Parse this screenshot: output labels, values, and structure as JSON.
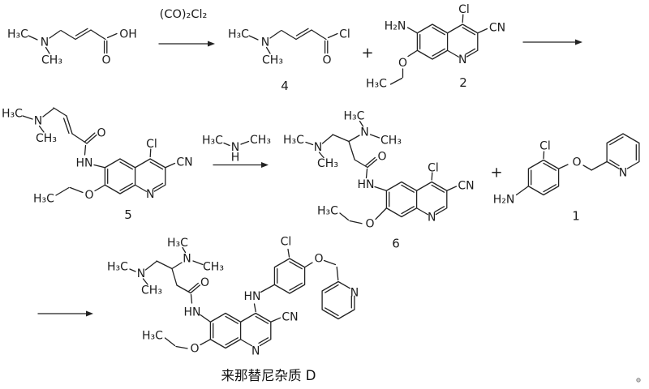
{
  "figure": {
    "type": "chemical reaction scheme",
    "product_name": "来那替尼杂质 D"
  },
  "atoms": {
    "h3c": "H₃C",
    "ch3": "CH₃",
    "n": "N",
    "h": "H",
    "o": "O",
    "oh": "OH",
    "cl": "Cl",
    "cn": "CN",
    "h2n": "H₂N",
    "hn": "HN"
  },
  "reagents": {
    "oxalyl_chloride": "(CO)₂Cl₂",
    "plus": "+"
  },
  "compound_numbers": {
    "acid_chloride": "4",
    "aminoquinoline": "2",
    "amide": "5",
    "diamine_amide": "6",
    "aniline": "1"
  }
}
